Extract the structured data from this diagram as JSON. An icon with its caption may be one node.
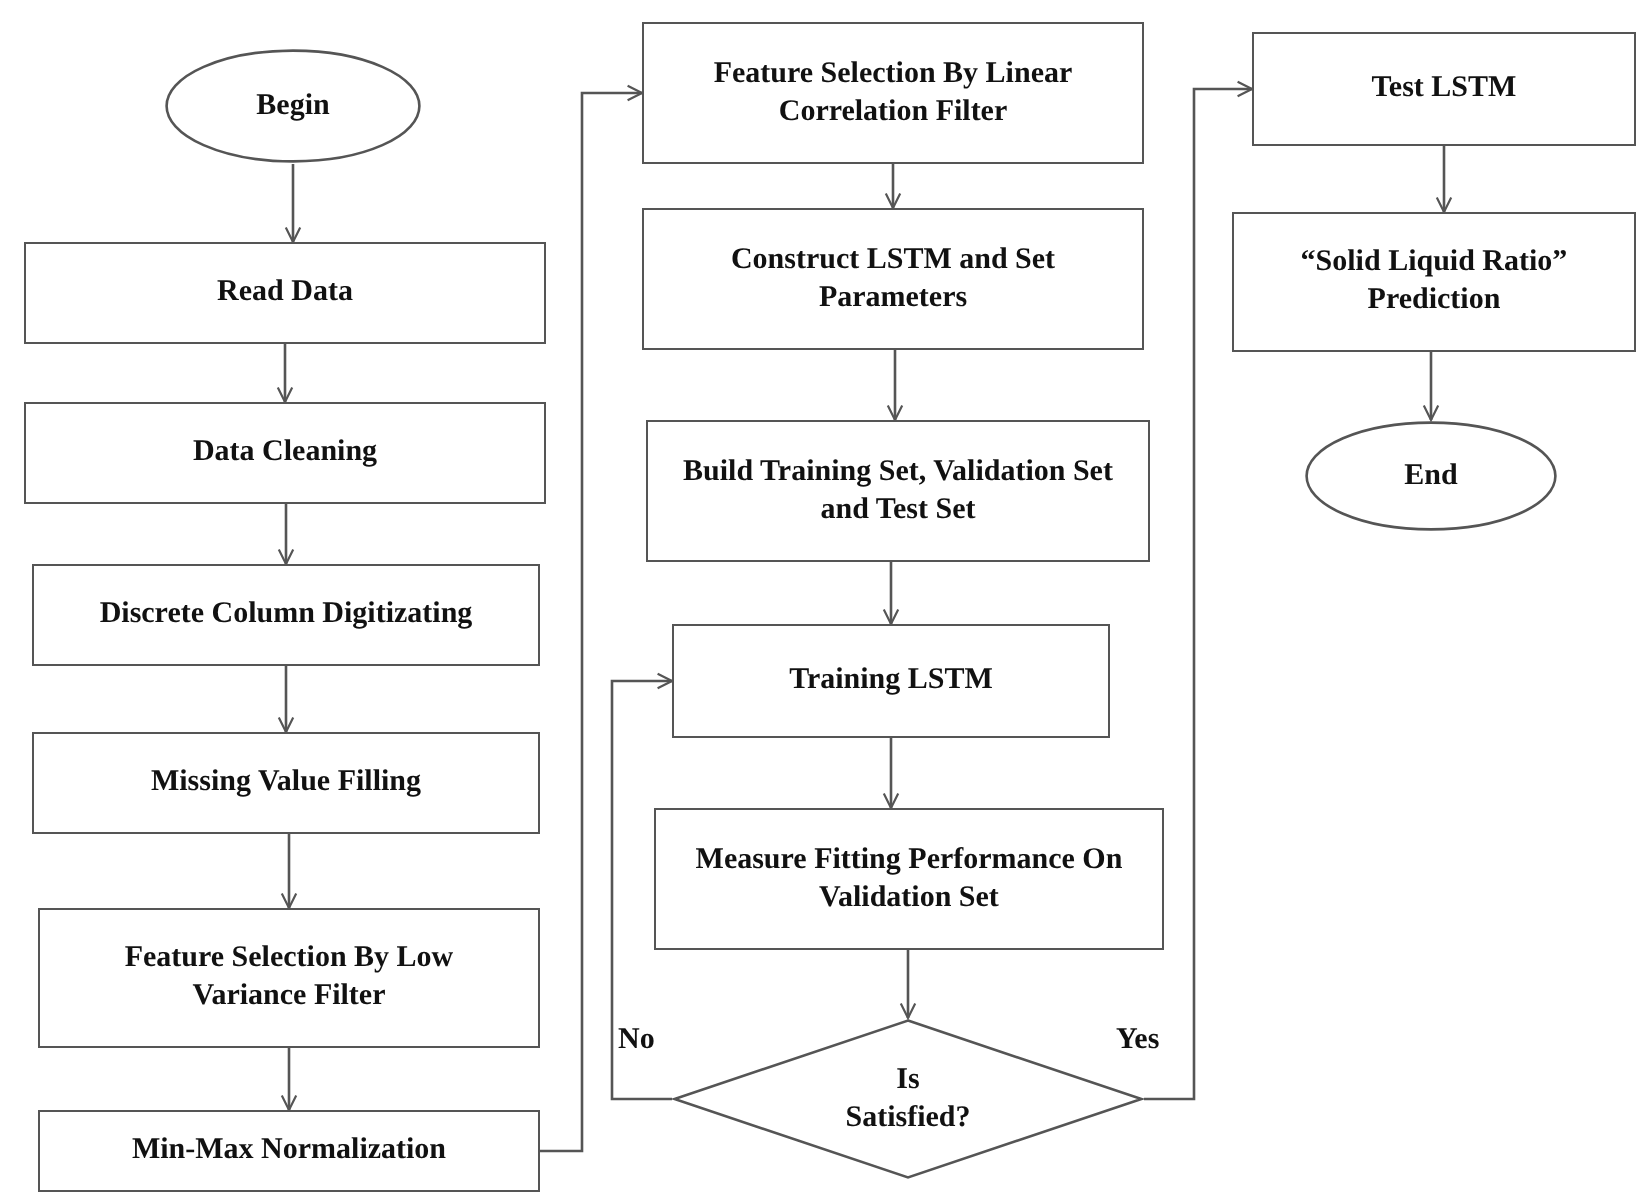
{
  "diagram": {
    "nodes": [
      {
        "text": [
          "Begin"
        ]
      },
      {
        "text": [
          "Read Data"
        ]
      },
      {
        "text": [
          "Data Cleaning"
        ]
      },
      {
        "text": [
          "Discrete Column Digitizating"
        ]
      },
      {
        "text": [
          "Missing Value Filling"
        ]
      },
      {
        "text": [
          "Feature Selection By Low Variance Filter"
        ]
      },
      {
        "text": [
          "Min-Max Normalization"
        ]
      },
      {
        "text": [
          "Feature Selection By Linear Correlation Filter"
        ]
      },
      {
        "text": [
          "Construct LSTM and Set Parameters"
        ]
      },
      {
        "text": [
          "Build Training Set, Validation Set and Test Set"
        ]
      },
      {
        "text": [
          "Training LSTM"
        ]
      },
      {
        "text": [
          "Measure Fitting Performance On Validation Set"
        ]
      },
      {
        "text": [
          "Is Satisfied?"
        ]
      },
      {
        "text": [
          "Test LSTM"
        ]
      },
      {
        "text": [
          "“Solid Liquid Ratio” Prediction"
        ]
      },
      {
        "text": [
          "End"
        ]
      }
    ],
    "edges": [
      {
        "from": 0,
        "to": 1,
        "arrow": "to"
      },
      {
        "from": 1,
        "to": 2,
        "arrow": "to"
      },
      {
        "from": 2,
        "to": 3,
        "arrow": "to"
      },
      {
        "from": 3,
        "to": 4,
        "arrow": "to"
      },
      {
        "from": 4,
        "to": 5,
        "arrow": "to"
      },
      {
        "from": 5,
        "to": 6,
        "arrow": "to"
      },
      {
        "from": 6,
        "to": 7,
        "arrow": "to"
      },
      {
        "from": 7,
        "to": 8,
        "arrow": "to"
      },
      {
        "from": 8,
        "to": 9,
        "arrow": "to"
      },
      {
        "from": 9,
        "to": 10,
        "arrow": "to"
      },
      {
        "from": 10,
        "to": 11,
        "arrow": "to"
      },
      {
        "from": 11,
        "to": 12,
        "arrow": "to"
      },
      {
        "from": 12,
        "to": 10,
        "arrow": "to",
        "label": "No"
      },
      {
        "from": 12,
        "to": 13,
        "arrow": "to",
        "label": "Yes"
      },
      {
        "from": 13,
        "to": 14,
        "arrow": "to"
      },
      {
        "from": 14,
        "to": 15,
        "arrow": "to"
      }
    ]
  }
}
